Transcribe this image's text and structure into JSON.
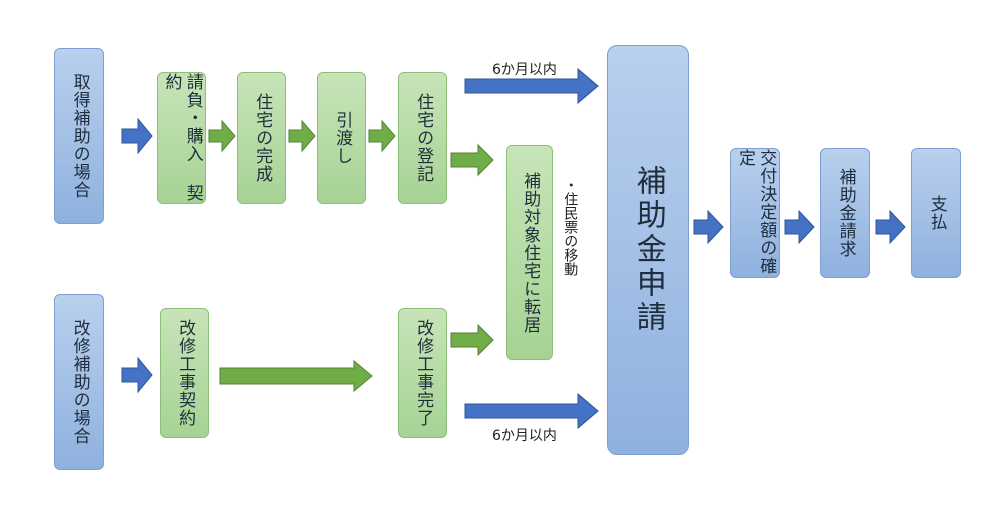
{
  "diagram": {
    "left": {
      "acquisition_case": "取得補助の場合",
      "renovation_case": "改修補助の場合"
    },
    "acquisition_steps": {
      "contract": "請負・購入 契約",
      "completion": "住宅の完成",
      "handover": "引渡し",
      "registration": "住宅の登記"
    },
    "renovation_steps": {
      "contract": "改修工事契約",
      "completion": "改修工事完了"
    },
    "relocation": {
      "label": "補助対象住宅に転居",
      "note": "・住民票の移動"
    },
    "deadline_top": "6か月以内",
    "deadline_bottom": "6か月以内",
    "application": "補助金申請",
    "right": {
      "confirm": "交付決定額の確定",
      "claim": "補助金請求",
      "payment": "支払"
    },
    "colors": {
      "blue_fill": "#a5c1e7",
      "green_fill": "#b6dba6",
      "blue_arrow": "#4472c4",
      "green_arrow": "#70ad47"
    }
  }
}
